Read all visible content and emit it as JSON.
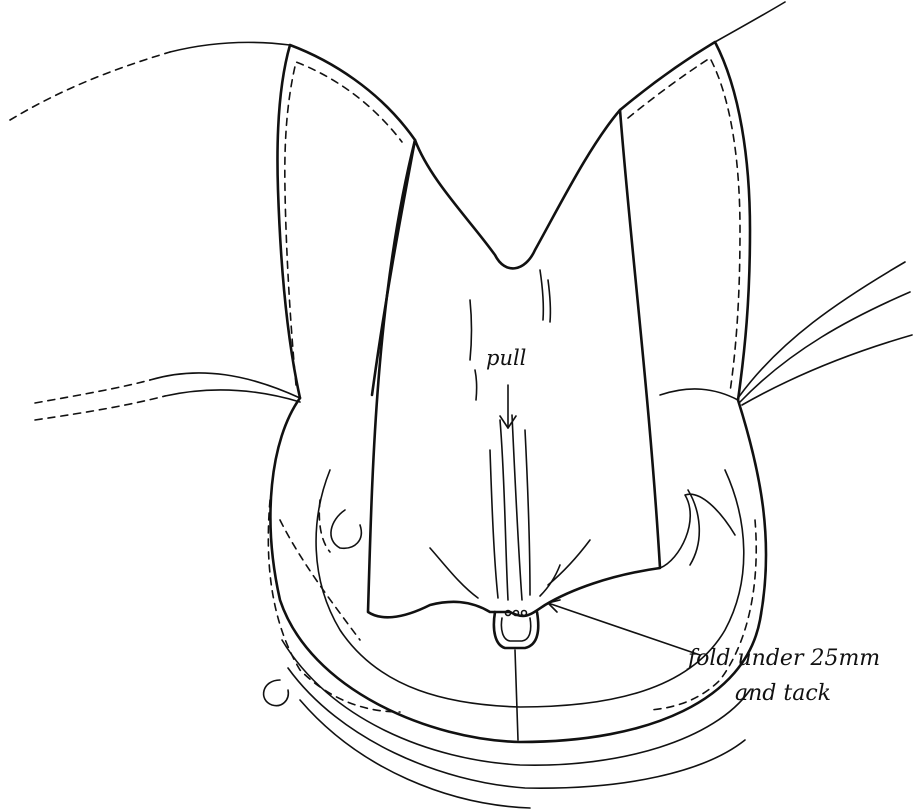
{
  "labels": {
    "pull": "pull",
    "fold_line_1": "fold under 25mm",
    "fold_line_2": "and tack"
  },
  "colors": {
    "ink": "#111111",
    "paper": "#ffffff"
  }
}
